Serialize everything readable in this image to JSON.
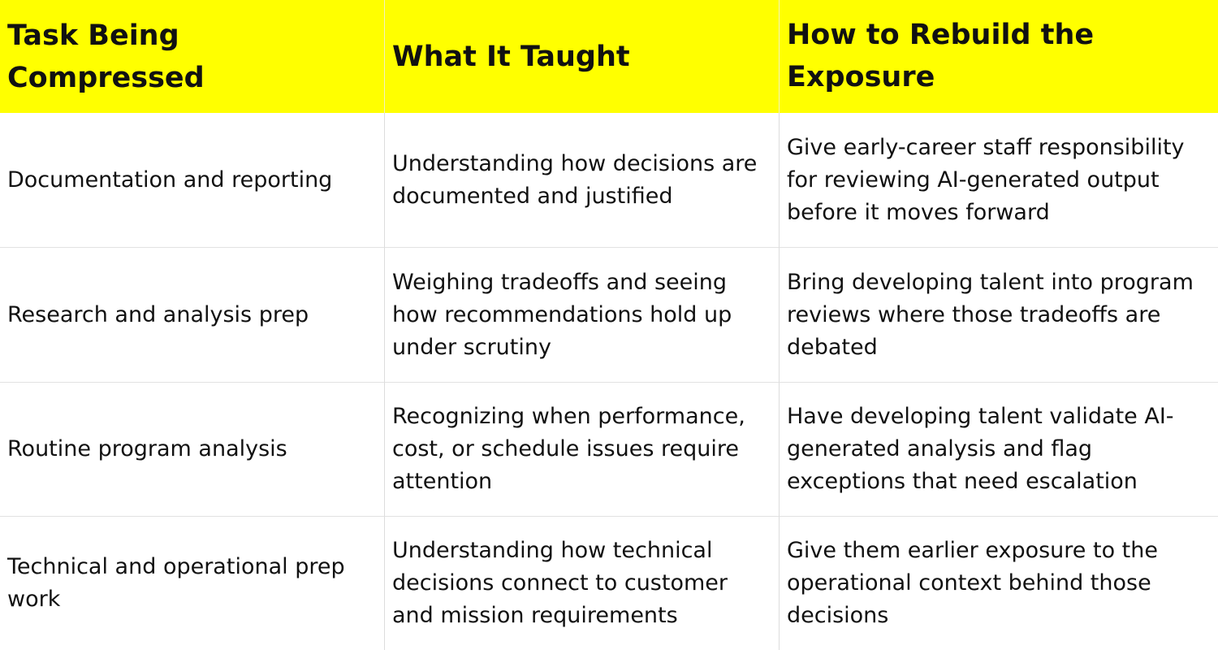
{
  "table": {
    "headers": [
      "Task Being Compressed",
      "What It Taught",
      "How to Rebuild the Exposure"
    ],
    "rows": [
      [
        "Documentation and reporting",
        "Understanding how decisions are documented and justified",
        "Give early-career staff responsibility for reviewing AI-generated output before it moves forward"
      ],
      [
        "Research and analysis prep",
        "Weighing tradeoffs and seeing how recommendations hold up under scrutiny",
        "Bring developing talent into program reviews where those tradeoffs are debated"
      ],
      [
        "Routine program analysis",
        "Recognizing when performance, cost, or schedule issues require attention",
        "Have developing talent validate AI-generated analysis and flag exceptions that need escalation"
      ],
      [
        "Technical and operational prep work",
        "Understanding how technical decisions connect to customer and mission requirements",
        "Give them earlier exposure to the operational context behind those decisions"
      ]
    ]
  },
  "colors": {
    "header_background": "#ffff00",
    "text": "#111111",
    "grid_line": "#dcdcdc"
  }
}
